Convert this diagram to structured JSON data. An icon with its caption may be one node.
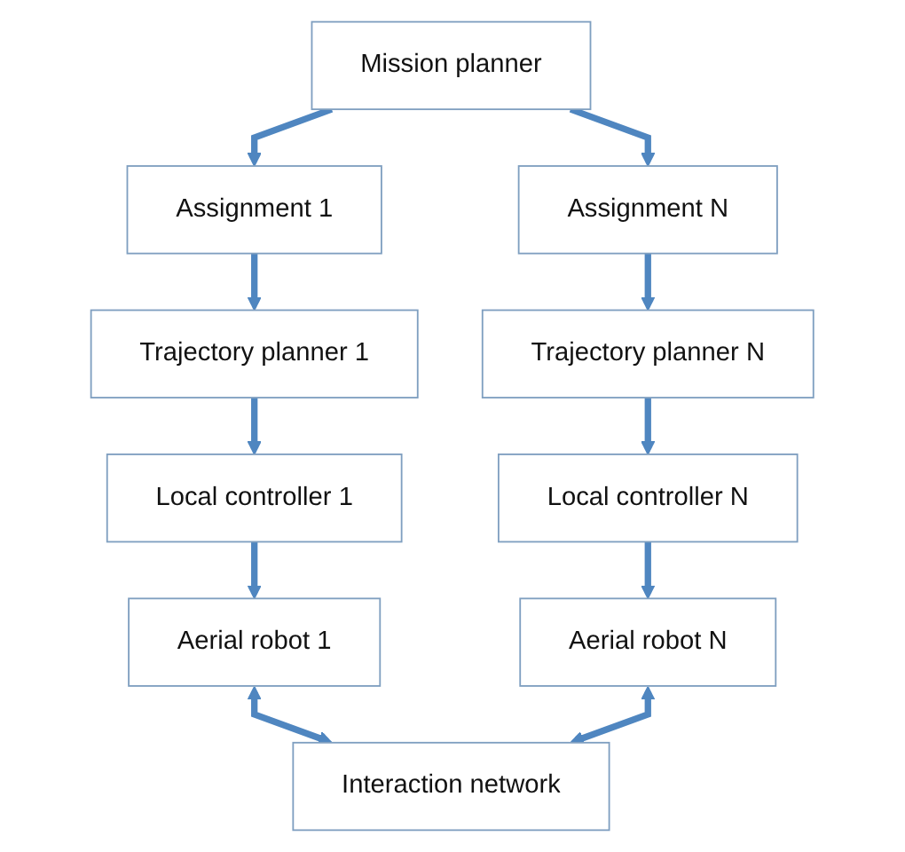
{
  "diagram": {
    "nodes": [
      {
        "text": [
          "Mission planner"
        ]
      },
      {
        "text": [
          "Assignment 1"
        ]
      },
      {
        "text": [
          "Trajectory planner 1"
        ]
      },
      {
        "text": [
          "Local controller 1"
        ]
      },
      {
        "text": [
          "Aerial robot 1"
        ]
      },
      {
        "text": [
          "Assignment N"
        ]
      },
      {
        "text": [
          "Trajectory planner N"
        ]
      },
      {
        "text": [
          "Local controller N"
        ]
      },
      {
        "text": [
          "Aerial robot N"
        ]
      },
      {
        "text": [
          "Interaction network"
        ]
      }
    ],
    "edges": [
      {
        "from": 0,
        "to": 1,
        "arrow": "to"
      },
      {
        "from": 0,
        "to": 5,
        "arrow": "to"
      },
      {
        "from": 1,
        "to": 2,
        "arrow": "to"
      },
      {
        "from": 2,
        "to": 3,
        "arrow": "to"
      },
      {
        "from": 3,
        "to": 4,
        "arrow": "to"
      },
      {
        "from": 5,
        "to": 6,
        "arrow": "to"
      },
      {
        "from": 6,
        "to": 7,
        "arrow": "to"
      },
      {
        "from": 7,
        "to": 8,
        "arrow": "to"
      },
      {
        "from": 4,
        "to": 9,
        "arrow": "both"
      },
      {
        "from": 8,
        "to": 9,
        "arrow": "both"
      }
    ]
  }
}
